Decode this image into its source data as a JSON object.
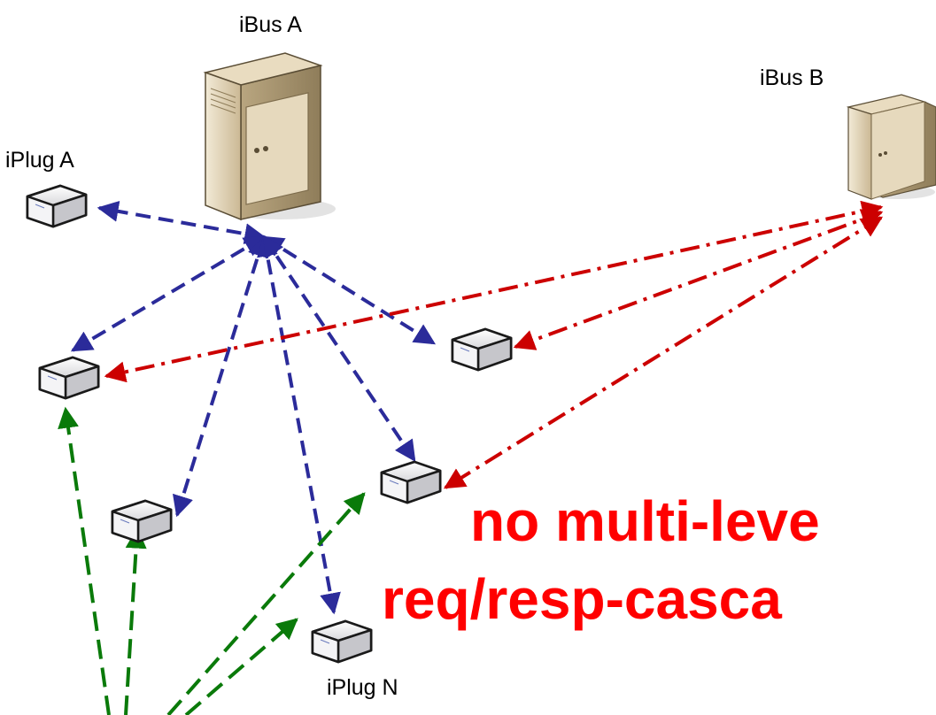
{
  "labels": {
    "ibus_a": "iBus A",
    "ibus_b": "iBus B",
    "iplug_a": "iPlug A",
    "iplug_n": "iPlug N"
  },
  "headline": {
    "line1": "no multi-leve",
    "line2": "req/resp-casca"
  },
  "colors": {
    "ibus_a_links": "#2b2b9a",
    "ibus_b_links": "#cc0000",
    "client_links": "#0a7a0a",
    "headline": "#ff0000",
    "server_body": "#d8c8a8",
    "plug_body": "#e8e8ea"
  },
  "icons": {
    "ibus_a": "server-tower-icon",
    "ibus_b": "server-tower-icon",
    "iplugs": "iplug-box-icon"
  },
  "connections": {
    "ibus_a": "dashed",
    "ibus_b": "dash-dot",
    "clients": "dashed"
  }
}
